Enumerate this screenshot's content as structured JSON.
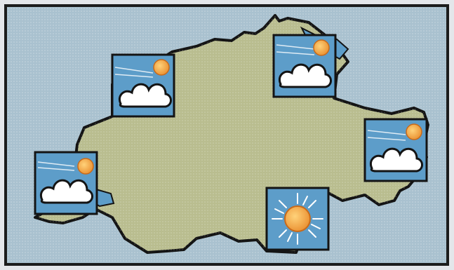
{
  "map": {
    "region": "Switzerland",
    "style": "weather-forecast map",
    "colors": {
      "sea": "#a9c1cf",
      "land": "#b9bd8f",
      "outline": "#141414",
      "tile_sky": "#5d9dc9",
      "cloud": "#ffffff",
      "sun": "#f0a23a"
    }
  },
  "forecast": [
    {
      "id": "west",
      "condition": "partly-cloudy"
    },
    {
      "id": "north-west",
      "condition": "partly-cloudy"
    },
    {
      "id": "north-east",
      "condition": "partly-cloudy"
    },
    {
      "id": "east",
      "condition": "partly-cloudy"
    },
    {
      "id": "south",
      "condition": "sunny"
    }
  ]
}
